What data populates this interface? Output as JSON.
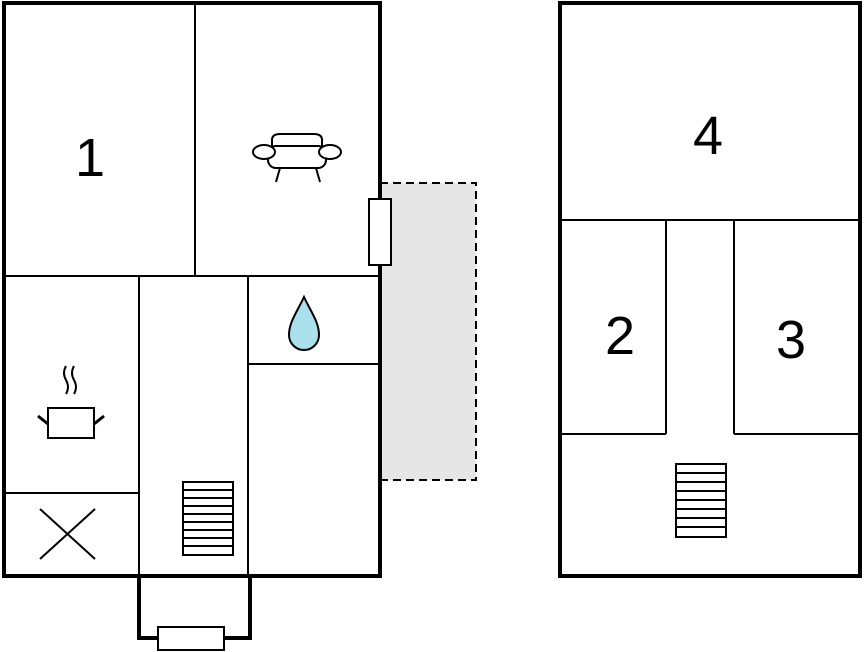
{
  "floor_plan": {
    "ground_floor": {
      "rooms": [
        {
          "label": "1"
        }
      ],
      "icons": [
        "sofa-icon",
        "water-drop-icon",
        "cooking-pot-icon",
        "cross-mark-icon",
        "stairs-icon",
        "door-icon",
        "window-icon"
      ]
    },
    "upper_floor": {
      "rooms": [
        {
          "label": "4"
        },
        {
          "label": "2"
        },
        {
          "label": "3"
        }
      ],
      "icons": [
        "stairs-icon"
      ]
    },
    "colors": {
      "wall": "#000000",
      "terrace": "#e6e6e6",
      "water": "#a9e0ec"
    }
  }
}
